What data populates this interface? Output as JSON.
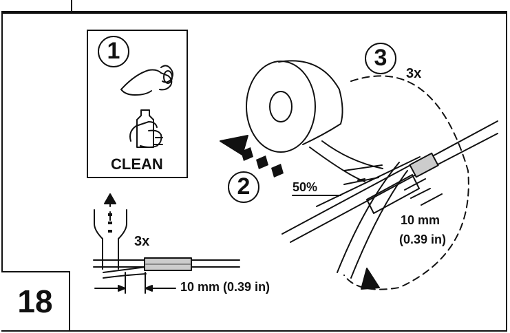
{
  "step": {
    "number": "18"
  },
  "clean_panel": {
    "number": "1",
    "label": "CLEAN"
  },
  "tape_step": {
    "number": "2",
    "overlap": "50%"
  },
  "wrap_step": {
    "number": "3",
    "repeat": "3x"
  },
  "crimp": {
    "repeat": "3x"
  },
  "measure_bottom": {
    "text": "10 mm (0.39 in)"
  },
  "measure_right": {
    "mm": "10 mm",
    "in": "(0.39 in)"
  }
}
